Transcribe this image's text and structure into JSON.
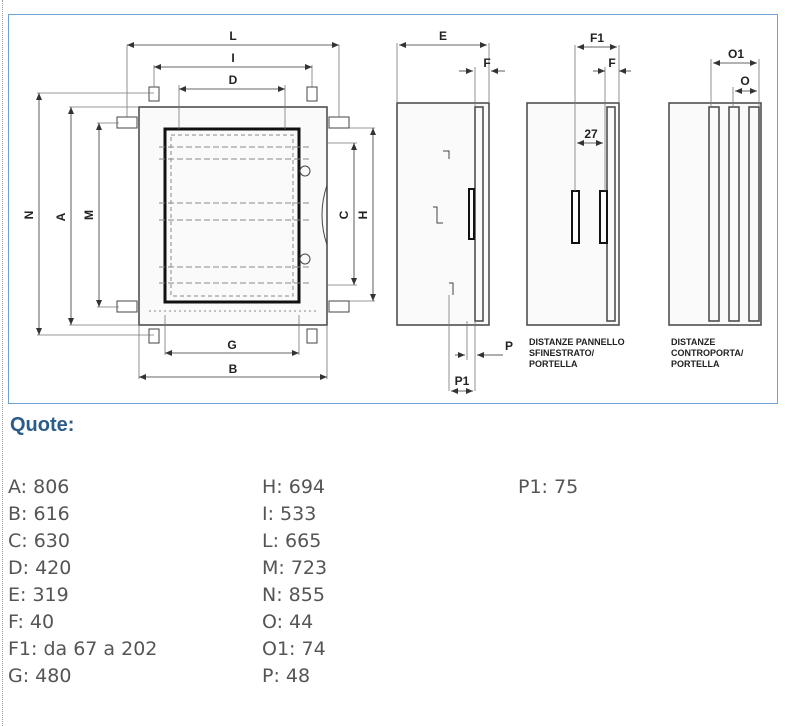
{
  "figure": {
    "front_labels": [
      "L",
      "I",
      "D",
      "N",
      "A",
      "M",
      "C",
      "H",
      "G",
      "B"
    ],
    "side_labels": [
      "E",
      "F",
      "P",
      "P1"
    ],
    "panel_labels": [
      "F1",
      "F",
      "27"
    ],
    "panel_note": [
      "DISTANZE PANNELLO",
      "SFINESTRATO/",
      "PORTELLA"
    ],
    "counter_labels": [
      "O1",
      "O"
    ],
    "counter_note": [
      "DISTANZE",
      "CONTROPORTA/",
      "PORTELLA"
    ]
  },
  "section": {
    "title": "Quote:"
  },
  "quotes": {
    "col1": [
      "A: 806",
      "B: 616",
      "C: 630",
      "D: 420",
      "E: 319",
      "F: 40",
      "F1: da 67 a 202",
      "G: 480"
    ],
    "col2": [
      "H: 694",
      "I: 533",
      "L: 665",
      "M: 723",
      "N: 855",
      "O: 44",
      "O1: 74",
      "P: 48"
    ],
    "col3": [
      "P1: 75"
    ]
  }
}
